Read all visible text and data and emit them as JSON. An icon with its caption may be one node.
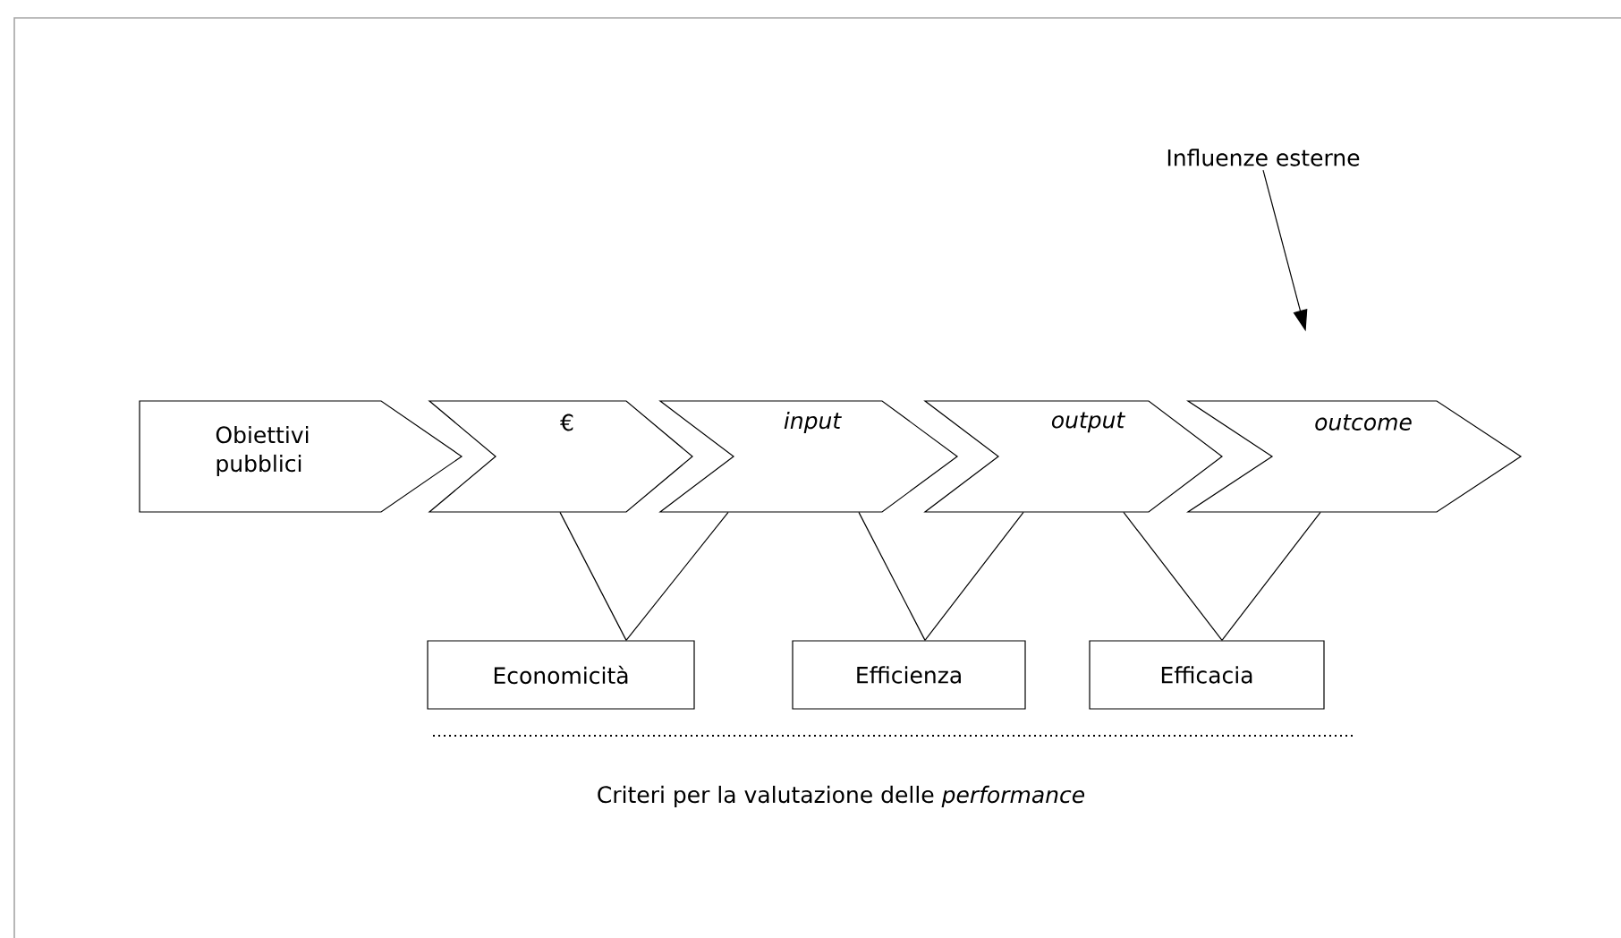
{
  "diagram": {
    "caption": "Criteri per la valutazione delle *performance*",
    "nodes": [
      {
        "text": [
          "Influenze esterne"
        ]
      },
      {
        "text": [
          "Obiettivi pubblici"
        ]
      },
      {
        "text": [
          "€"
        ]
      },
      {
        "text": [
          "input"
        ]
      },
      {
        "text": [
          "output"
        ]
      },
      {
        "text": [
          "outcome"
        ]
      },
      {
        "text": [
          "Economicità"
        ]
      },
      {
        "text": [
          "Efficienza"
        ]
      },
      {
        "text": [
          "Efficacia"
        ]
      }
    ],
    "edges": [
      {
        "from": 0,
        "to": 5,
        "arrow": "to"
      },
      {
        "from": 2,
        "to": 6,
        "arrow": "none"
      },
      {
        "from": 3,
        "to": 6,
        "arrow": "none"
      },
      {
        "from": 3,
        "to": 7,
        "arrow": "none"
      },
      {
        "from": 4,
        "to": 7,
        "arrow": "none"
      },
      {
        "from": 4,
        "to": 8,
        "arrow": "none"
      },
      {
        "from": 5,
        "to": 8,
        "arrow": "none"
      }
    ]
  }
}
